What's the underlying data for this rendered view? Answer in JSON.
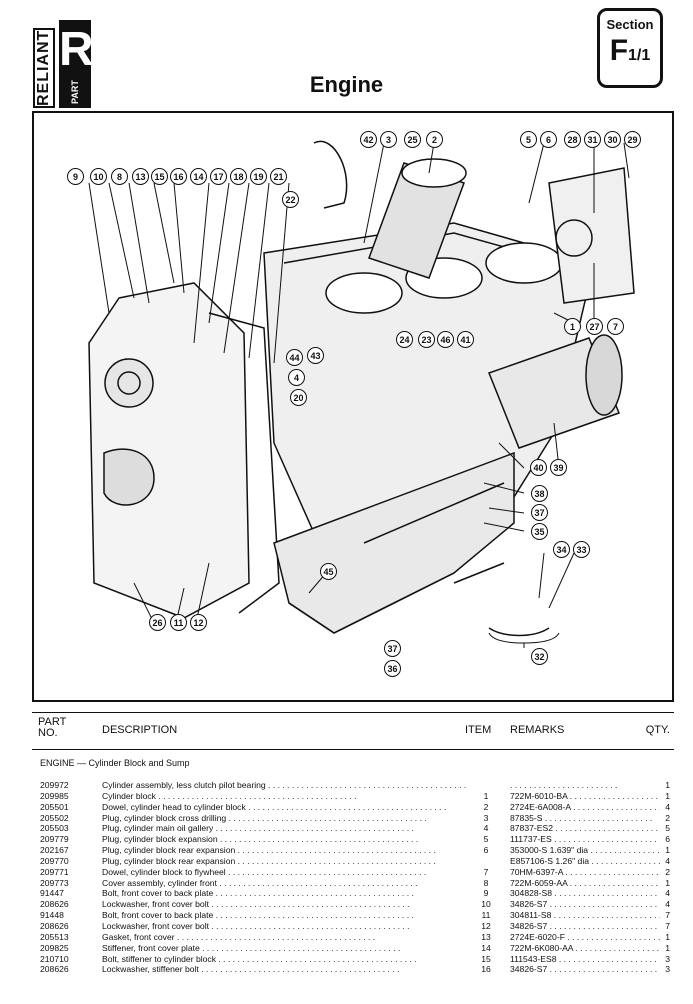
{
  "logo": {
    "brand": "RELIANT",
    "letter": "R",
    "part": "PART"
  },
  "page_title": "Engine",
  "section": {
    "label": "Section",
    "code": "F",
    "sub": "1/1"
  },
  "diagram": {
    "callouts": [
      "9",
      "10",
      "8",
      "13",
      "15",
      "16",
      "14",
      "17",
      "18",
      "19",
      "21",
      "22",
      "42",
      "3",
      "25",
      "2",
      "5",
      "6",
      "28",
      "31",
      "30",
      "29",
      "1",
      "27",
      "7",
      "24",
      "23",
      "46",
      "41",
      "44",
      "43",
      "4",
      "20",
      "40",
      "39",
      "38",
      "37",
      "35",
      "34",
      "33",
      "32",
      "45",
      "26",
      "11",
      "12",
      "36",
      "37"
    ]
  },
  "table": {
    "headers": {
      "part": "PART NO.",
      "description": "DESCRIPTION",
      "item": "ITEM",
      "remarks": "REMARKS",
      "qty": "QTY."
    },
    "group_title": "ENGINE — Cylinder Block and Sump",
    "rows": [
      {
        "part": "209972",
        "desc": "Cylinder assembly, less clutch pilot bearing",
        "item": "",
        "remarks": "",
        "qty": "1"
      },
      {
        "part": "209985",
        "desc": "Cylinder block",
        "item": "1",
        "remarks": "722M-6010-BA",
        "qty": "1"
      },
      {
        "part": "205501",
        "desc": "Dowel, cylinder head to cylinder block",
        "item": "2",
        "remarks": "2724E-6A008-A",
        "qty": "4"
      },
      {
        "part": "205502",
        "desc": "Plug, cylinder block cross drilling",
        "item": "3",
        "remarks": "87835-S",
        "qty": "2"
      },
      {
        "part": "205503",
        "desc": "Plug, cylinder main oil gallery",
        "item": "4",
        "remarks": "87837-ES2",
        "qty": "5"
      },
      {
        "part": "209779",
        "desc": "Plug, cylinder block expansion",
        "item": "5",
        "remarks": "111737-ES",
        "qty": "6"
      },
      {
        "part": "202167",
        "desc": "Plug, cylinder block rear expansion",
        "item": "6",
        "remarks": "353000-S  1.639\" dia",
        "qty": "1"
      },
      {
        "part": "209770",
        "desc": "Plug, cylinder block rear expansion",
        "item": "",
        "remarks": "E857106-S  1.26\" dia",
        "qty": "4"
      },
      {
        "part": "209771",
        "desc": "Dowel, cylinder block to flywheel",
        "item": "7",
        "remarks": "70HM-6397-A",
        "qty": "2"
      },
      {
        "part": "209773",
        "desc": "Cover assembly, cylinder front",
        "item": "8",
        "remarks": "722M-6059-AA",
        "qty": "1"
      },
      {
        "part": "91447",
        "desc": "Bolt, front cover to back plate",
        "item": "9",
        "remarks": "304828-S8",
        "qty": "4"
      },
      {
        "part": "208626",
        "desc": "Lockwasher, front cover bolt",
        "item": "10",
        "remarks": "34826-S7",
        "qty": "4"
      },
      {
        "part": "91448",
        "desc": "Bolt, front cover to back plate",
        "item": "11",
        "remarks": "304811-S8",
        "qty": "7"
      },
      {
        "part": "208626",
        "desc": "Lockwasher, front cover bolt",
        "item": "12",
        "remarks": "34826-S7",
        "qty": "7"
      },
      {
        "part": "205513",
        "desc": "Gasket, front cover",
        "item": "13",
        "remarks": "2724E-6020-F",
        "qty": "1"
      },
      {
        "part": "209825",
        "desc": "Stiffener, front cover plate",
        "item": "14",
        "remarks": "722M-6K080-AA",
        "qty": "1"
      },
      {
        "part": "210710",
        "desc": "Bolt, stiffener to cylinder block",
        "item": "15",
        "remarks": "111543-ES8",
        "qty": "3"
      },
      {
        "part": "208626",
        "desc": "Lockwasher, stiffener bolt",
        "item": "16",
        "remarks": "34826-S7",
        "qty": "3"
      }
    ]
  }
}
